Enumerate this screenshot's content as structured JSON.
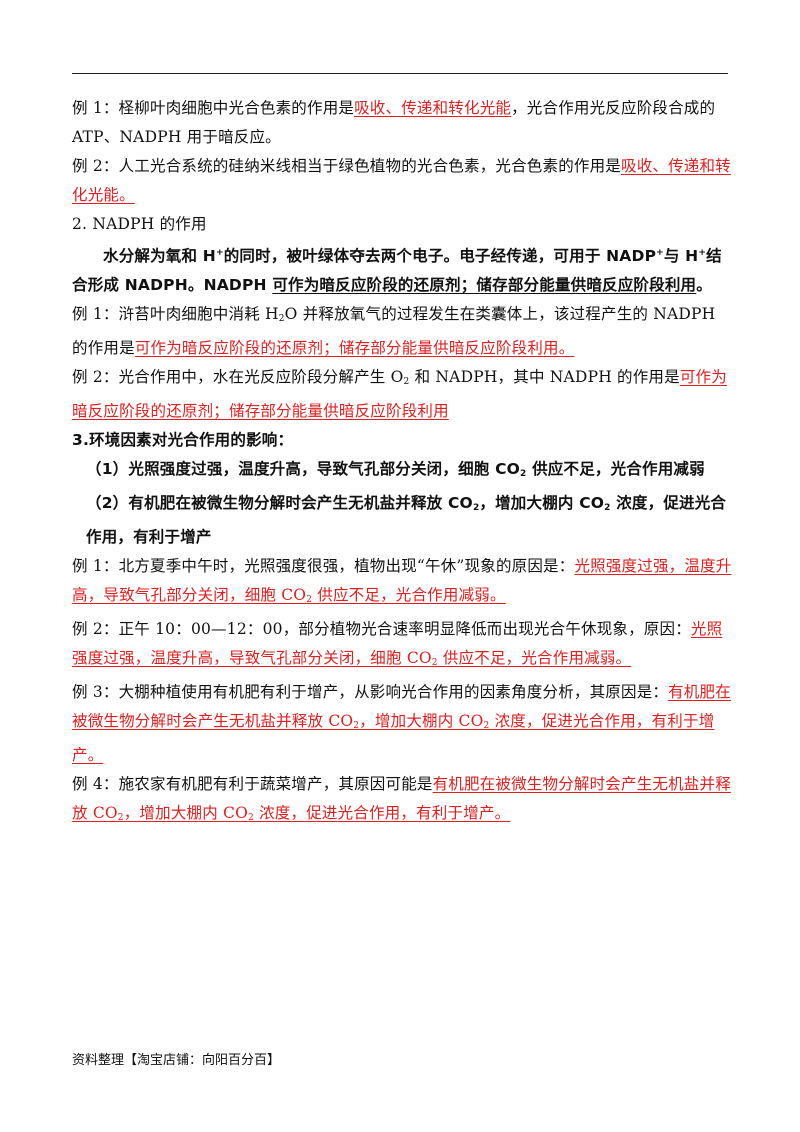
{
  "sec1": {
    "ex1_prefix": "例 1：柽柳叶肉细胞中光合色素的作用是",
    "ex1_answer": "吸收、传递和转化光能",
    "ex1_suffix": "，光合作用光反应阶段合成的 ATP、NADPH 用于暗反应。",
    "ex2_prefix": "例 2：人工光合系统的硅纳米线相当于绿色植物的光合色素，光合色素的作用是",
    "ex2_answer": "吸收、传递和转化光能。"
  },
  "sec2": {
    "heading": "2. NADPH 的作用",
    "key_part1": "水分解为氧和 H",
    "key_sup1": "+",
    "key_part2": "的同时，被叶绿体夺去两个电子。电子经传递，可用于 NADP",
    "key_sup2": "+",
    "key_part3": "与 H",
    "key_sup3": "+",
    "key_part4": "结合形成 NADPH。NADPH ",
    "key_underlined": "可作为暗反应阶段的还原剂；储存部分能量供暗反应阶段利用",
    "key_end": "。",
    "ex1_prefix1": "例 1：浒苔叶肉细胞中消耗 H",
    "ex1_sub": "2",
    "ex1_prefix2": "O 并释放氧气的过程发生在类囊体上，该过程产生的 NADPH 的作用是",
    "ex1_answer": "可作为暗反应阶段的还原剂；储存部分能量供暗反应阶段利用。",
    "ex2_prefix1": "例 2：光合作用中，水在光反应阶段分解产生 O",
    "ex2_sub": "2",
    "ex2_prefix2": " 和 NADPH，其中 NADPH 的作用是",
    "ex2_answer": "可作为暗反应阶段的还原剂；储存部分能量供暗反应阶段利用"
  },
  "sec3": {
    "heading": "3.环境因素对光合作用的影响：",
    "point1a": "（1）光照强度过强，温度升高，导致气孔部分关闭，细胞 CO",
    "point1_sub": "2",
    "point1b": " 供应不足，光合作用减弱",
    "point2a": "（2）有机肥在被微生物分解时会产生无机盐并释放 CO",
    "point2_sub1": "2",
    "point2b": "，增加大棚内 CO",
    "point2_sub2": "2",
    "point2c": " 浓度，促进光合作用，有利于增产",
    "ex1_prefix": "例 1：北方夏季中午时，光照强度很强，植物出现“午休”现象的原因是：",
    "ex1_answer_a": "光照强度过强，温度升高，导致气孔部分关闭，细胞 CO",
    "ex1_answer_sub": "2",
    "ex1_answer_b": " 供应不足，光合作用减弱。",
    "ex2_prefix": "例 2：正午 10：00—12：00，部分植物光合速率明显降低而出现光合午休现象，原因：",
    "ex2_answer_a": "光照强度过强，温度升高，导致气孔部分关闭，细胞 CO",
    "ex2_answer_sub": "2",
    "ex2_answer_b": " 供应不足，光合作用减弱。",
    "ex3_prefix": "例 3：大棚种植使用有机肥有利于增产，从影响光合作用的因素角度分析，其原因是：",
    "ex3_answer_a": "有机肥在被微生物分解时会产生无机盐并释放 CO",
    "ex3_answer_sub1": "2",
    "ex3_answer_b": "，增加大棚内 CO",
    "ex3_answer_sub2": "2",
    "ex3_answer_c": " 浓度，促进光合作用，有利于增产。",
    "ex4_prefix": "例 4：施农家有机肥有利于蔬菜增产，其原因可能是",
    "ex4_answer_a": "有机肥在被微生物分解时会产生无机盐并释放 CO",
    "ex4_answer_sub1": "2",
    "ex4_answer_b": "，增加大棚内 CO",
    "ex4_answer_sub2": "2",
    "ex4_answer_c": " 浓度，促进光合作用，有利于增产。"
  },
  "footer": "资料整理【淘宝店铺：向阳百分百】",
  "colors": {
    "answer": "#e02020",
    "text": "#111111"
  }
}
